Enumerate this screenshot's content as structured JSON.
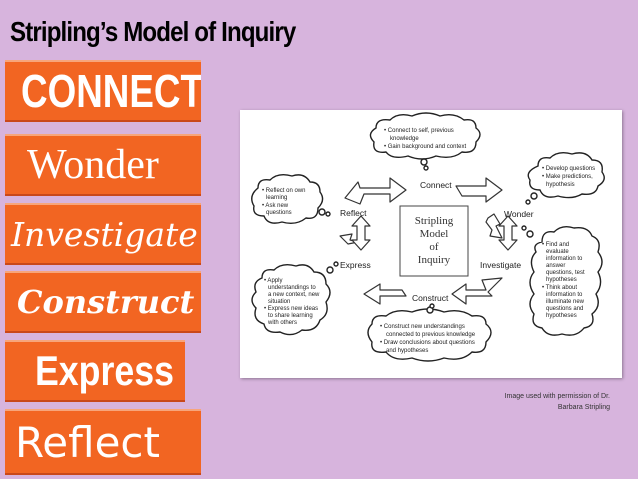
{
  "title": "Stripling’s Model of Inquiry",
  "stages": [
    "CONNECT",
    "Wonder",
    "Investigate",
    "Construct",
    "Express",
    "Reflect"
  ],
  "diagram": {
    "center": [
      "Stripling",
      "Model",
      "of",
      "Inquiry"
    ],
    "labels": {
      "connect": "Connect",
      "wonder": "Wonder",
      "investigate": "Investigate",
      "construct": "Construct",
      "express": "Express",
      "reflect": "Reflect"
    },
    "notes": {
      "connect": [
        "• Connect to self, previous",
        "knowledge",
        "• Gain background and context"
      ],
      "wonder": [
        "• Develop questions",
        "• Make predictions,",
        "hypothesis"
      ],
      "investigate": [
        "• Find and",
        "evaluate",
        "information to",
        "answer",
        "questions, test",
        "hypotheses",
        "• Think about",
        "information to",
        "illuminate new",
        "questions and",
        "hypotheses"
      ],
      "construct": [
        "• Construct new understandings",
        "connected to previous knowledge",
        "• Draw conclusions about questions",
        "and hypotheses"
      ],
      "express": [
        "• Apply",
        "understandings to",
        "a new context, new",
        "situation",
        "• Express new ideas",
        "to share learning",
        "with others"
      ],
      "reflect": [
        "• Reflect on own",
        "learning",
        "• Ask new",
        "questions"
      ]
    }
  },
  "credit": [
    "Image used with permission of Dr.",
    "Barbara Stripling"
  ]
}
